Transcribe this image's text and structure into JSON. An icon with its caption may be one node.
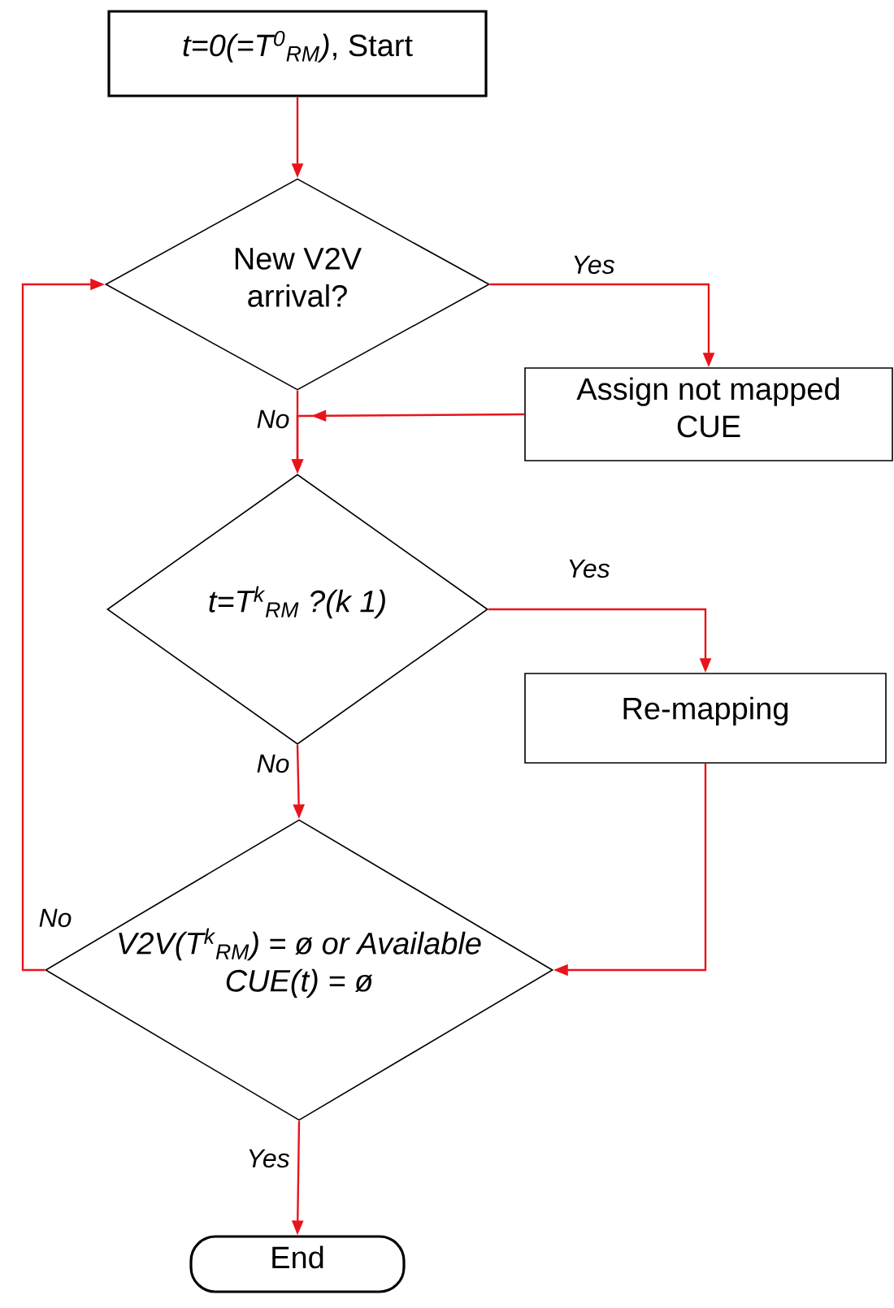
{
  "diagram": {
    "nodes": [
      {
        "text": [
          "*t=0(=T$^{0}$$_{RM}$)*, Start"
        ]
      },
      {
        "text": [
          "New V2V arrival?"
        ]
      },
      {
        "text": [
          "Assign not mapped CUE"
        ]
      },
      {
        "text": [
          "*t=T$^{k}$$_{RM}$ ?(k  1)*"
        ]
      },
      {
        "text": [
          "Re-mapping"
        ]
      },
      {
        "text": [
          "*V2V(T$^{k}$$_{RM}$) = ø or Available CUE(t) = ø*"
        ]
      },
      {
        "text": [
          "End"
        ]
      }
    ],
    "edges": [
      {
        "from": 0,
        "to": 1,
        "arrow": "to"
      },
      {
        "from": 1,
        "to": 2,
        "arrow": "to",
        "label": "Yes"
      },
      {
        "from": 1,
        "to": 3,
        "arrow": "to",
        "label": "No"
      },
      {
        "from": 2,
        "to": 3,
        "arrow": "to"
      },
      {
        "from": 3,
        "to": 4,
        "arrow": "to",
        "label": "Yes"
      },
      {
        "from": 3,
        "to": 5,
        "arrow": "to",
        "label": "No"
      },
      {
        "from": 4,
        "to": 5,
        "arrow": "to"
      },
      {
        "from": 5,
        "to": 1,
        "arrow": "to",
        "label": "No"
      },
      {
        "from": 5,
        "to": 6,
        "arrow": "to",
        "label": "Yes"
      }
    ]
  }
}
